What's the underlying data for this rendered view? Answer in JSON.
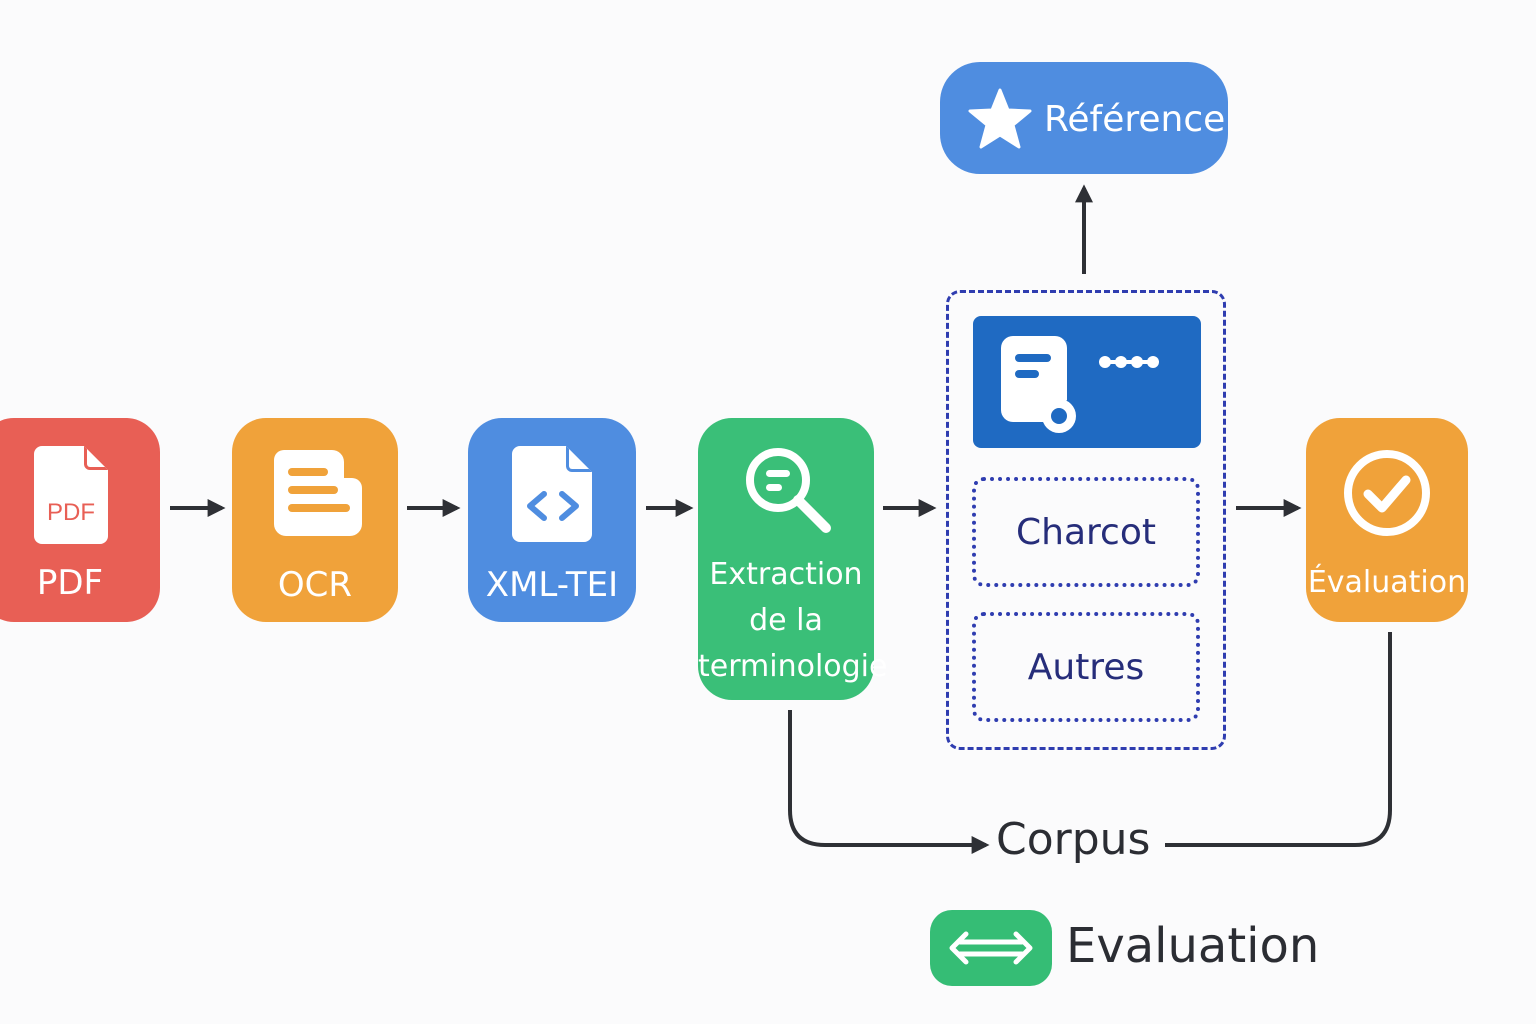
{
  "nodes": {
    "pdf": {
      "label": "PDF",
      "icon": "pdf-file-icon",
      "icon_text": "PDF",
      "color": "#e85f55"
    },
    "ocr": {
      "label": "OCR",
      "icon": "ocr-text-icon",
      "color": "#f0a23a"
    },
    "xml": {
      "label": "XML-TEI",
      "icon": "code-file-icon",
      "color": "#4f8de0"
    },
    "extraction": {
      "label_lines": [
        "Extraction",
        "de la",
        "terminologie"
      ],
      "icon": "search-icon",
      "color": "#3abf78"
    },
    "evaluation": {
      "label": "Évaluation",
      "icon": "check-circle-icon",
      "color": "#f0a23a"
    },
    "reference": {
      "label": "Référence",
      "icon": "star-icon",
      "color": "#4f8de0"
    }
  },
  "tools": {
    "card_icon": "document-certificate-icon",
    "items": [
      "Charcot",
      "Autres"
    ]
  },
  "corpus": {
    "label": "Corpus"
  },
  "legend": {
    "label": "Evaluation",
    "icon": "double-arrow-icon",
    "color": "#35bd75"
  }
}
